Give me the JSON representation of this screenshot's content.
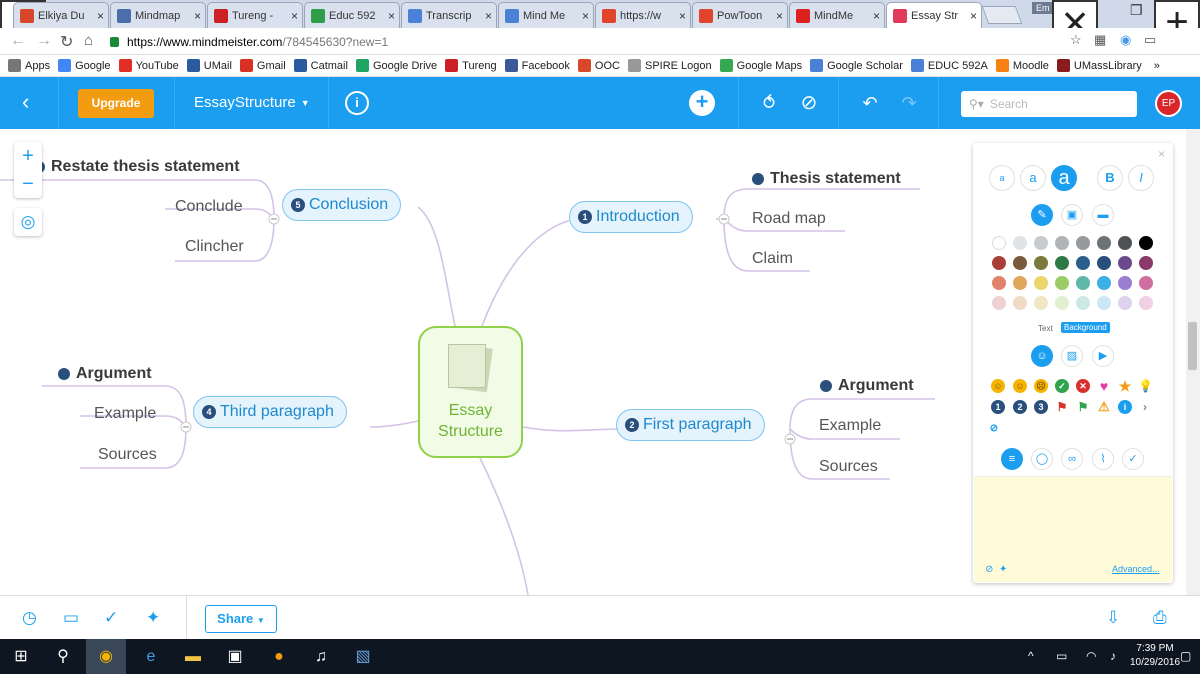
{
  "browser": {
    "tabs": [
      {
        "title": "Elkiya Du",
        "fav": "#d9472b"
      },
      {
        "title": "Mindmap",
        "fav": "#4a6ea9"
      },
      {
        "title": "Tureng -",
        "fav": "#cc1f26"
      },
      {
        "title": "Educ 592",
        "fav": "#2e9e4a"
      },
      {
        "title": "Transcrip",
        "fav": "#4a80d6"
      },
      {
        "title": "Mind Me",
        "fav": "#4a80d6"
      },
      {
        "title": "https://w",
        "fav": "#e0442a"
      },
      {
        "title": "PowToon",
        "fav": "#e0442a"
      },
      {
        "title": "MindMe",
        "fav": "#dd2020"
      },
      {
        "title": "Essay Str",
        "fav": "#e23a5b"
      }
    ],
    "user_badge": "Em",
    "url_host": "https://www.mindmeister.com",
    "url_path": "/784545630?new=1",
    "bookmarks": [
      {
        "label": "Apps",
        "icon": "apps-icon",
        "color": "#777"
      },
      {
        "label": "Google",
        "icon": "google-icon",
        "color": "#4285f4"
      },
      {
        "label": "YouTube",
        "icon": "youtube-icon",
        "color": "#e52d27"
      },
      {
        "label": "UMail",
        "icon": "umail-icon",
        "color": "#2a5aa0"
      },
      {
        "label": "Gmail",
        "icon": "gmail-icon",
        "color": "#d93025"
      },
      {
        "label": "Catmail",
        "icon": "catmail-icon",
        "color": "#2a5aa0"
      },
      {
        "label": "Google Drive",
        "icon": "google-drive-icon",
        "color": "#1fa463"
      },
      {
        "label": "Tureng",
        "icon": "tureng-icon",
        "color": "#cc1f26"
      },
      {
        "label": "Facebook",
        "icon": "facebook-icon",
        "color": "#3b5998"
      },
      {
        "label": "OOC",
        "icon": "ooc-icon",
        "color": "#d9472b"
      },
      {
        "label": "SPIRE Logon",
        "icon": "page-icon",
        "color": "#999"
      },
      {
        "label": "Google Maps",
        "icon": "google-maps-icon",
        "color": "#34a853"
      },
      {
        "label": "Google Scholar",
        "icon": "google-scholar-icon",
        "color": "#4a80d6"
      },
      {
        "label": "EDUC 592A",
        "icon": "educ-icon",
        "color": "#4a80d6"
      },
      {
        "label": "Moodle",
        "icon": "moodle-icon",
        "color": "#f98012"
      },
      {
        "label": "UMassLibrary",
        "icon": "umass-icon",
        "color": "#881c1c"
      }
    ],
    "bookmarks_overflow": "»"
  },
  "toolbar": {
    "back": "‹",
    "upgrade": "Upgrade",
    "map_name": "EssayStructure",
    "info": "i",
    "search_placeholder": "Search",
    "avatar": "EP"
  },
  "mindmap": {
    "center": {
      "line1": "Essay",
      "line2": "Structure"
    },
    "topics": [
      {
        "num": "1",
        "label": "Introduction"
      },
      {
        "num": "2",
        "label": "First paragraph"
      },
      {
        "num": "4",
        "label": "Third paragraph"
      },
      {
        "num": "5",
        "label": "Conclusion"
      }
    ],
    "intro_children": [
      "Thesis statement",
      "Road map",
      "Claim"
    ],
    "first_children": [
      "Argument",
      "Example",
      "Sources"
    ],
    "third_children": [
      "Argument",
      "Example",
      "Sources"
    ],
    "conclusion_children": [
      "Restate thesis statement",
      "Conclude",
      "Clincher"
    ]
  },
  "panel": {
    "font_small": "a",
    "font_medium": "a",
    "font_large": "a",
    "bold": "B",
    "italic": "I",
    "text_tab": "Text",
    "background_tab": "Background",
    "advanced": "Advanced...",
    "palette": [
      "#ffffff",
      "#dfe3e6",
      "#c9ccce",
      "#b0b4b6",
      "#969a9d",
      "#6d7275",
      "#4e5255",
      "#000000",
      "#a94038",
      "#7a5a3c",
      "#7a7a3a",
      "#2e7a45",
      "#2b5e8a",
      "#2a4f7c",
      "#6a4a8c",
      "#8a3a6a",
      "#e3826b",
      "#e0a65c",
      "#ead66b",
      "#9ccc65",
      "#5fb7a8",
      "#3ab0e6",
      "#9a7fd1",
      "#cf6f9f",
      "#f0d0d0",
      "#f0dcc6",
      "#eee6c4",
      "#e2efcf",
      "#cde9e4",
      "#cbe6f5",
      "#ded2ef",
      "#f0d0e2"
    ]
  },
  "bottombar": {
    "share": "Share"
  },
  "taskbar": {
    "time": "7:39 PM",
    "date": "10/29/2016"
  }
}
